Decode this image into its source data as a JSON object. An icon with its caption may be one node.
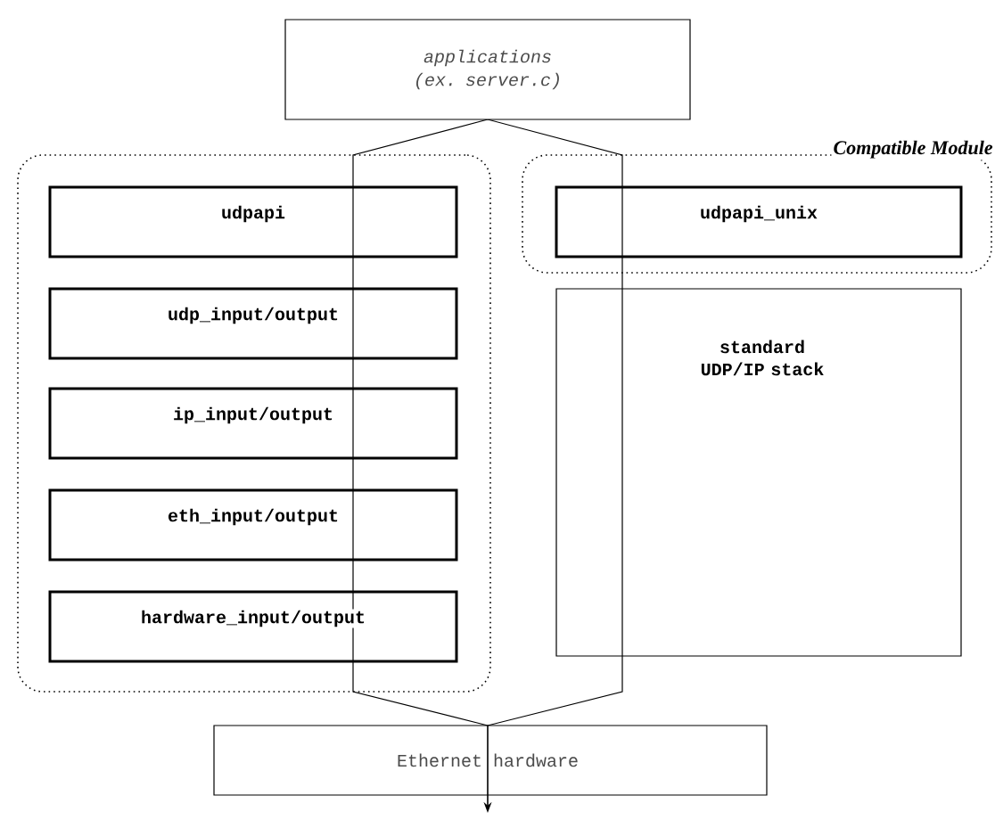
{
  "diagram": {
    "nodes": [
      {
        "text": [
          "applications (ex. server.c)"
        ]
      },
      {
        "text": [],
        "shape": "box"
      },
      {
        "text": [
          "udpapi"
        ],
        "in": 1
      },
      {
        "text": [
          "udp_input/output"
        ],
        "in": 1
      },
      {
        "text": [
          "ip_input/output"
        ],
        "in": 1
      },
      {
        "text": [
          "eth_input/output"
        ],
        "in": 1
      },
      {
        "text": [
          "hardware_input/output"
        ],
        "in": 1
      },
      {
        "text": [
          "Compatible Module"
        ]
      },
      {
        "text": [
          "udpapi_unix"
        ],
        "in": 7
      },
      {
        "text": [
          "standard UDP/IP stack"
        ]
      },
      {
        "text": [
          "Ethernet hardware"
        ]
      },
      {
        "text": [],
        "shape": "hexagon"
      }
    ],
    "edges": [
      {
        "from": 11,
        "to": 10,
        "arrow": "to"
      }
    ]
  }
}
